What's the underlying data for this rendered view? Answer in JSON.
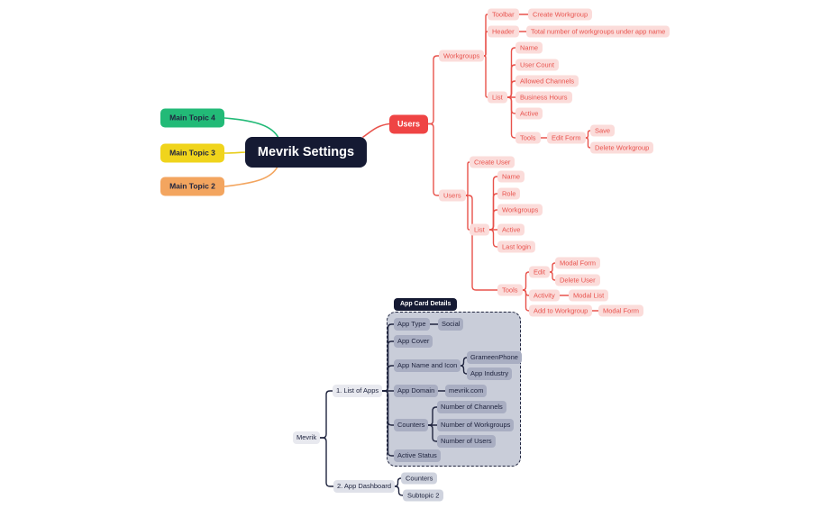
{
  "palette": {
    "brand_navy": "#151a33",
    "branch_red": "#ef4444",
    "pink_node_bg": "#fbdcda",
    "pink_node_text": "#e8534e",
    "topic_green": "#22ba77",
    "topic_yellow": "#f0d41c",
    "topic_orange": "#f3a55f",
    "slate_node_bg": "#a9aec2",
    "group_fill": "#c9cdd9",
    "line_navy": "#20253f"
  },
  "root": {
    "label": "Mevrik Settings"
  },
  "topics": {
    "topic4": "Main Topic 4",
    "topic3": "Main Topic 3",
    "topic2": "Main Topic 2"
  },
  "users": {
    "label": "Users",
    "workgroups": {
      "label": "Workgroups",
      "toolbar": {
        "label": "Toolbar",
        "create_workgroup": "Create Workgroup"
      },
      "header": {
        "label": "Header",
        "total": "Total number of workgroups under app name"
      },
      "list": {
        "label": "List",
        "name": "Name",
        "user_count": "User Count",
        "allowed_channels": "Allowed Channels",
        "business_hours": "Business Hours",
        "active": "Active",
        "tools": {
          "label": "Tools",
          "edit_form": {
            "label": "Edit Form",
            "save": "Save",
            "delete_workgroup": "Delete Workgroup"
          }
        }
      }
    },
    "users_sub": {
      "label": "Users",
      "create_user": "Create User",
      "list": {
        "label": "List",
        "name": "Name",
        "role": "Role",
        "workgroups": "Workgroups",
        "active": "Active",
        "last_login": "Last login"
      },
      "tools": {
        "label": "Tools",
        "edit": {
          "label": "Edit",
          "modal_form": "Modal Form",
          "delete_user": "Delete User"
        },
        "activity": {
          "label": "Activity",
          "modal_list": "Modal List"
        },
        "add_to_workgroup": {
          "label": "Add to Workgroup",
          "modal_form": "Modal Form"
        }
      }
    }
  },
  "mevrik": {
    "label": "Mevrik",
    "list_of_apps": {
      "label": "1. List of Apps",
      "group_title": "App Card Details",
      "app_type": {
        "label": "App Type",
        "social": "Social"
      },
      "app_cover": "App Cover",
      "app_name_and_icon": {
        "label": "App Name and Icon",
        "grameenphone": "GrameenPhone",
        "app_industry": "App Industry"
      },
      "app_domain": {
        "label": "App Domain",
        "value": "mevrik.com"
      },
      "counters": {
        "label": "Counters",
        "number_of_channels": "Number of Channels",
        "number_of_workgroups": "Number of Workgroups",
        "number_of_users": "Number of Users"
      },
      "active_status": "Active Status"
    },
    "app_dashboard": {
      "label": "2. App Dashboard",
      "counters": "Counters",
      "subtopic_2": "Subtopic 2"
    }
  }
}
